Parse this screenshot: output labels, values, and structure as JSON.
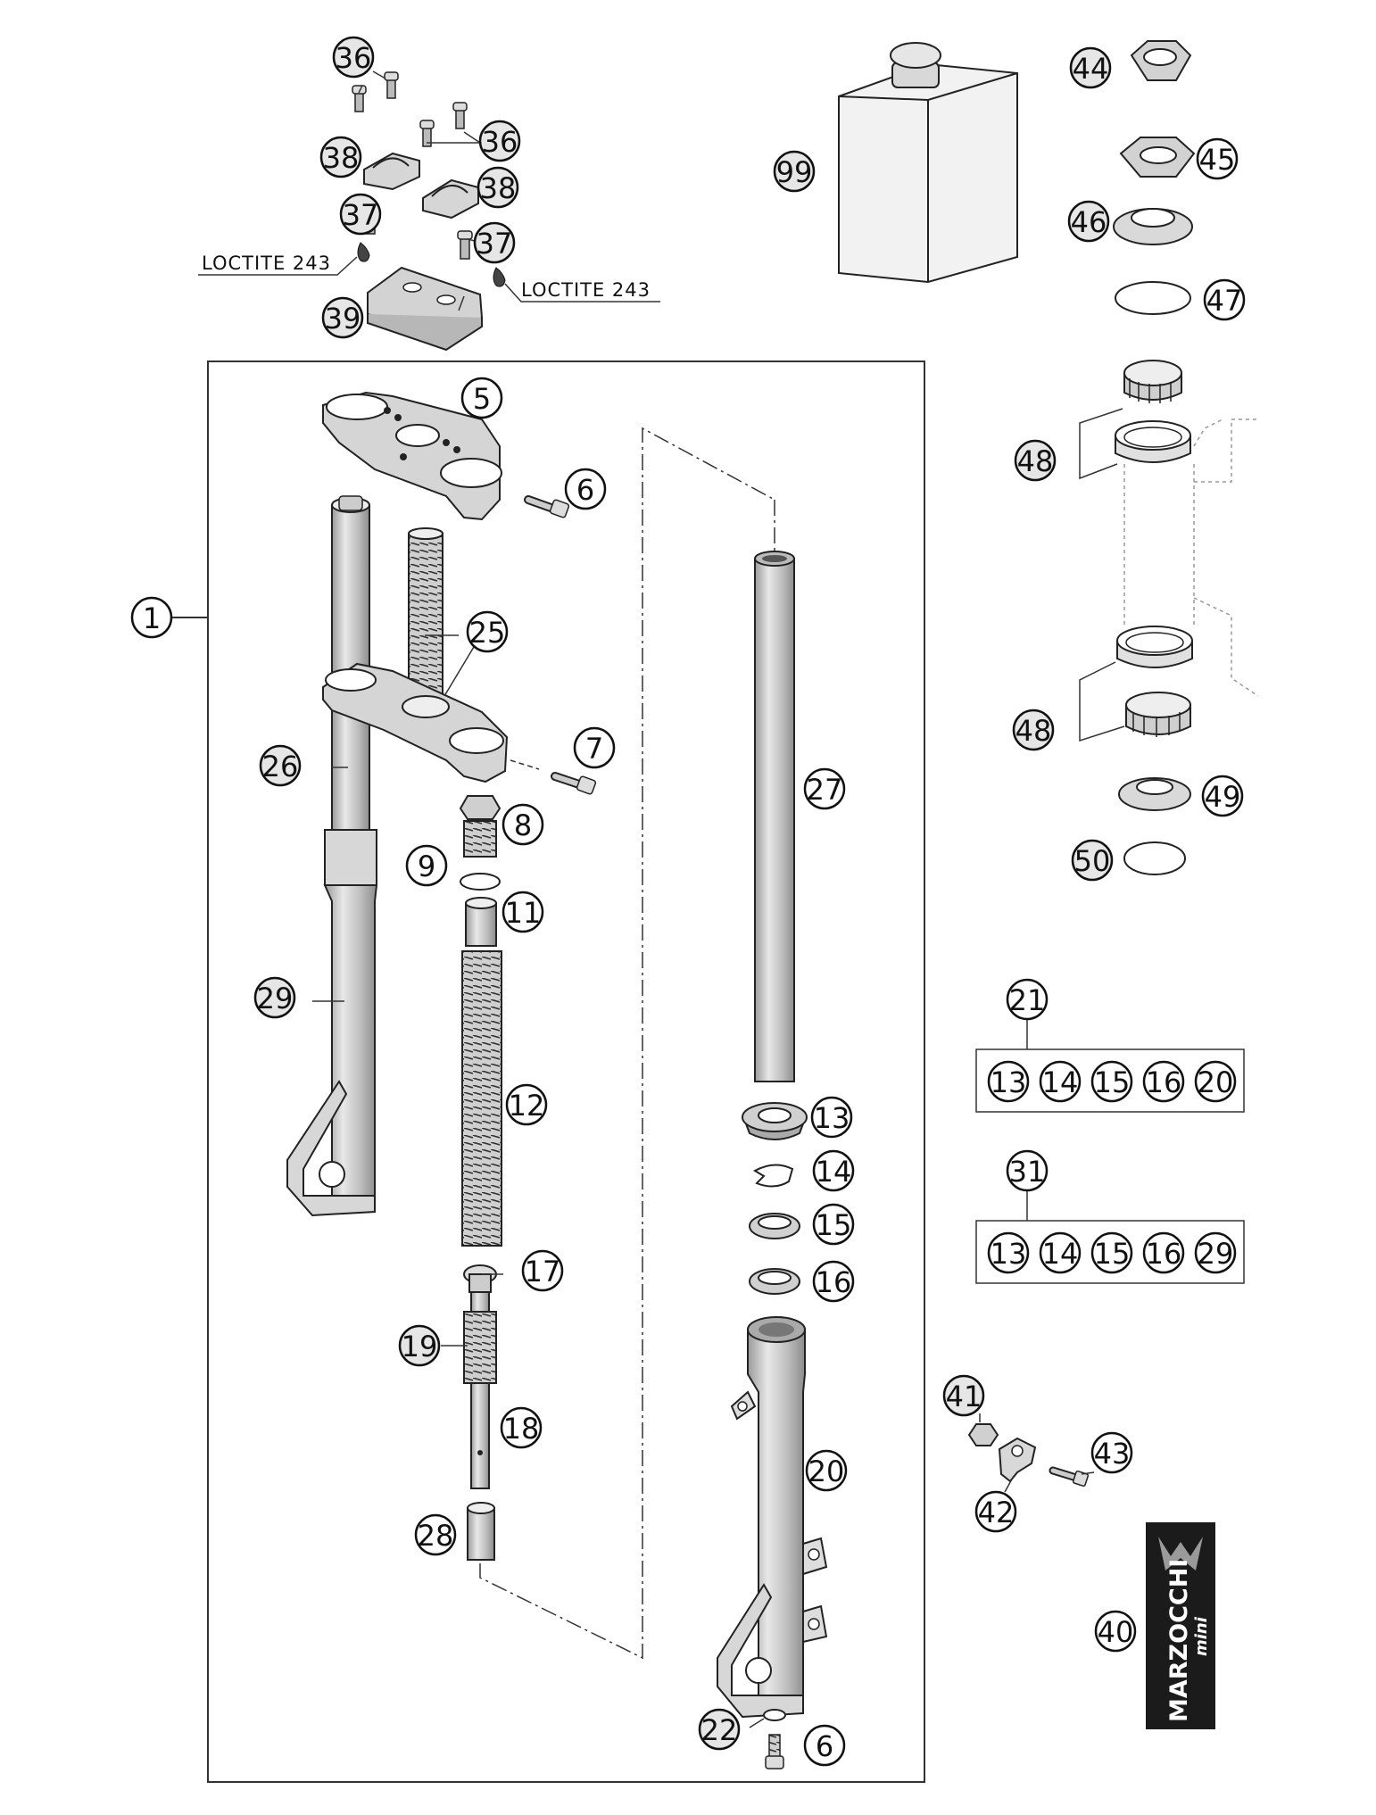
{
  "notes": {
    "loctite_left": "LOCTITE 243",
    "loctite_right": "LOCTITE 243"
  },
  "labels": {
    "p1": "1",
    "p5": "5",
    "p6a": "6",
    "p6b": "6",
    "p7": "7",
    "p8": "8",
    "p9": "9",
    "p11": "11",
    "p12": "12",
    "p13": "13",
    "p14": "14",
    "p15": "15",
    "p16": "16",
    "p17": "17",
    "p18": "18",
    "p19": "19",
    "p20": "20",
    "p21": "21",
    "p22": "22",
    "p25": "25",
    "p26": "26",
    "p27": "27",
    "p28": "28",
    "p29": "29",
    "p31": "31",
    "p36a": "36",
    "p36b": "36",
    "p37a": "37",
    "p37b": "37",
    "p38a": "38",
    "p38b": "38",
    "p39": "39",
    "p40": "40",
    "p41": "41",
    "p42": "42",
    "p43": "43",
    "p44": "44",
    "p45": "45",
    "p46": "46",
    "p47": "47",
    "p48a": "48",
    "p48b": "48",
    "p49": "49",
    "p50": "50",
    "p99": "99"
  },
  "kits": {
    "kit21": [
      "13",
      "14",
      "15",
      "16",
      "20"
    ],
    "kit31": [
      "13",
      "14",
      "15",
      "16",
      "29"
    ]
  },
  "logo": {
    "brand": "MARZOCCHI",
    "sub": "mini"
  }
}
